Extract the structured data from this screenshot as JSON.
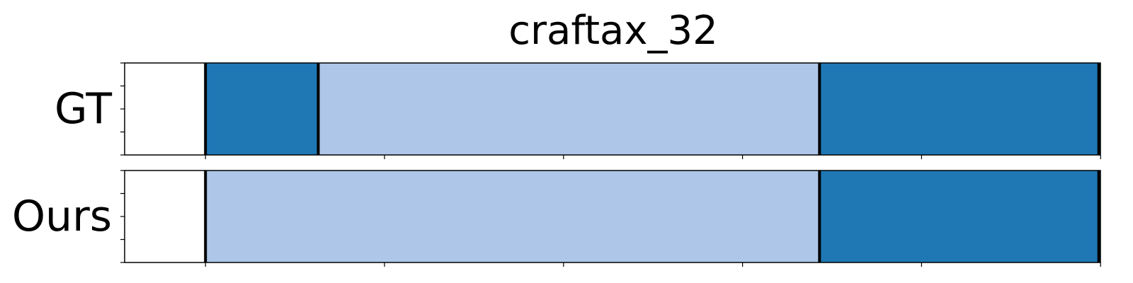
{
  "chart_data": {
    "type": "bar",
    "title": "craftax_32",
    "xlim": [
      0,
      100
    ],
    "boundary_color": "#000000",
    "rows": [
      {
        "label": "GT",
        "segments": [
          {
            "start": 5,
            "end": 17.6,
            "color": "#1f77b4"
          },
          {
            "start": 17.6,
            "end": 73.6,
            "color": "#aec7e8"
          },
          {
            "start": 73.6,
            "end": 104.8,
            "color": "#1f77b4"
          }
        ],
        "boundaries": [
          5,
          17.6,
          73.6,
          104.8
        ]
      },
      {
        "label": "Ours",
        "segments": [
          {
            "start": 5,
            "end": 73.6,
            "color": "#aec7e8"
          },
          {
            "start": 73.6,
            "end": 104.8,
            "color": "#1f77b4"
          }
        ],
        "boundaries": [
          5,
          73.6,
          104.8
        ]
      }
    ],
    "x_ticks": [
      5,
      25,
      45,
      65,
      85,
      105
    ],
    "y_ticks": [
      0,
      0.25,
      0.5,
      0.75,
      1.0
    ],
    "x_tick_labels_visible": false,
    "y_tick_labels_visible": false
  }
}
